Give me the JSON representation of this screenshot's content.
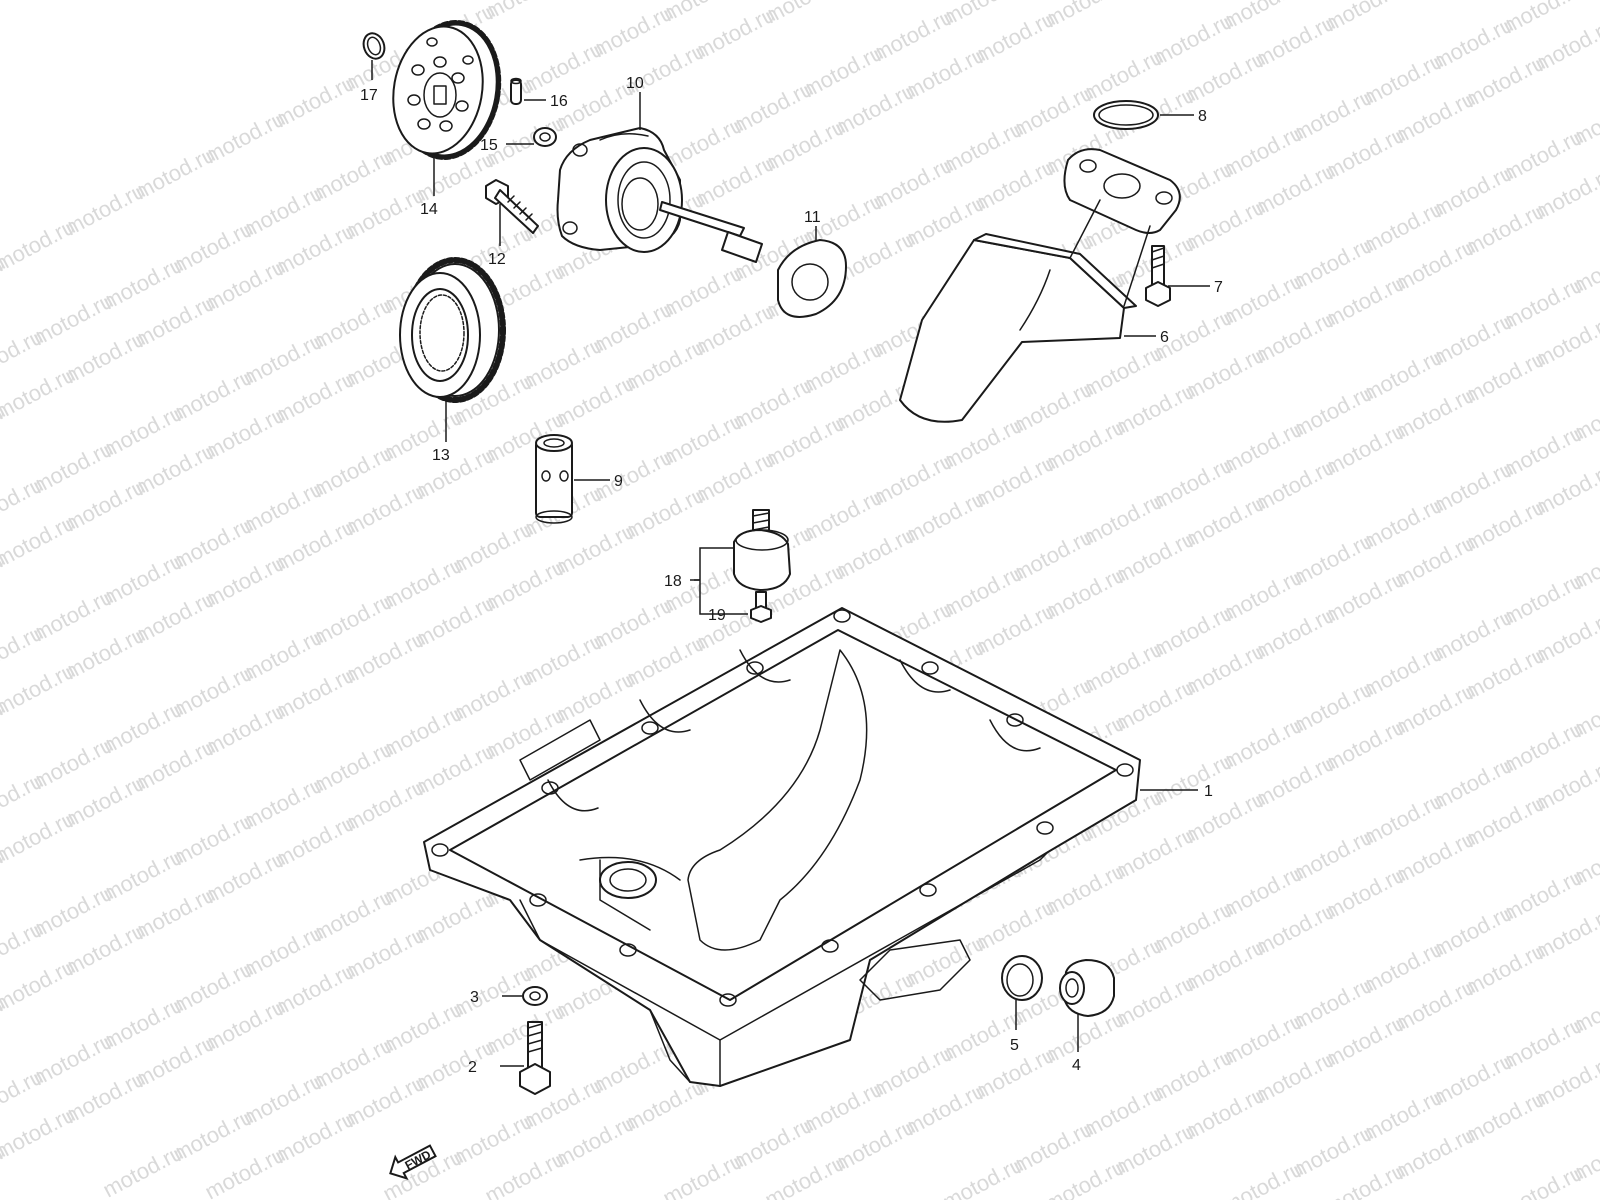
{
  "watermark": "motod.ru",
  "colors": {
    "line": "#1a1a1a",
    "watermark": "#d9d9d9",
    "background": "#ffffff"
  },
  "callouts": {
    "c1": "1",
    "c2": "2",
    "c3": "3",
    "c4": "4",
    "c5": "5",
    "c6": "6",
    "c7": "7",
    "c8": "8",
    "c9": "9",
    "c10": "10",
    "c11": "11",
    "c12": "12",
    "c13": "13",
    "c14": "14",
    "c15": "15",
    "c16": "16",
    "c17": "17",
    "c18": "18",
    "c19": "19"
  },
  "fwd_label": "FWD"
}
